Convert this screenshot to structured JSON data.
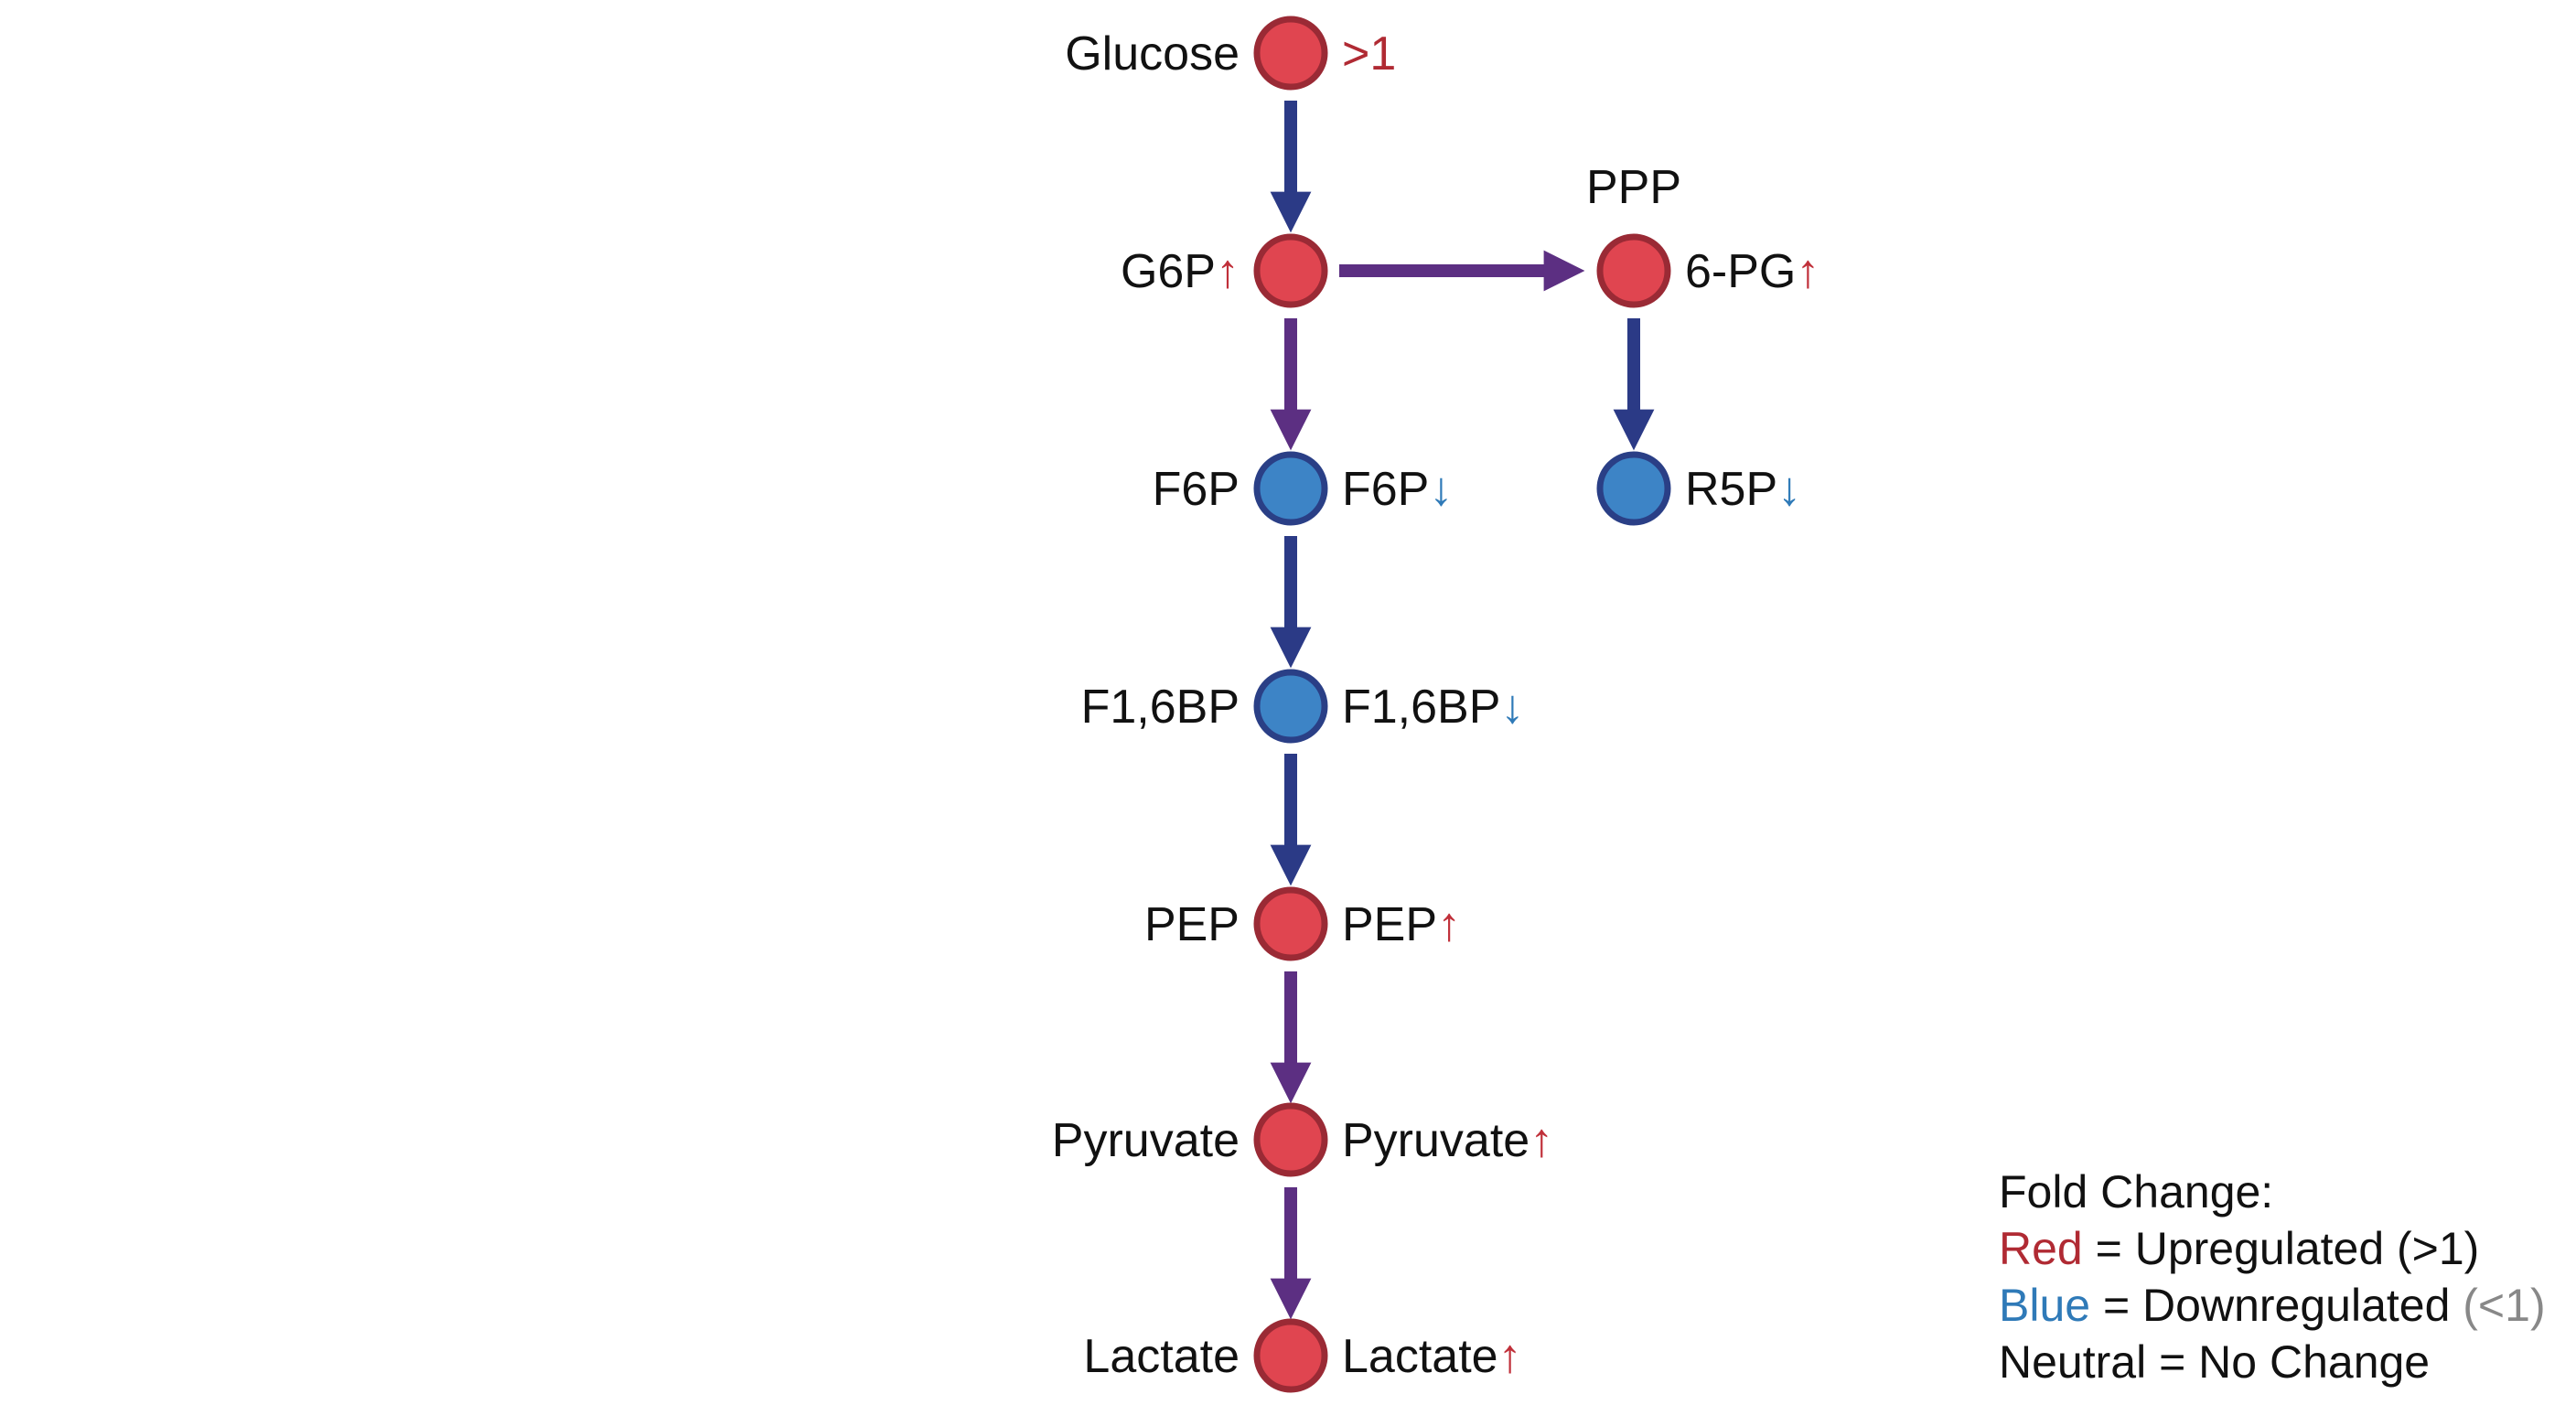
{
  "colors": {
    "up_node": "#e04550",
    "up_ring": "#9a2a35",
    "down_node": "#3d84c6",
    "down_ring": "#2a3f86",
    "arrow_blue": "#2b3a86",
    "arrow_purple": "#5c2f82",
    "legend_red": "#b02a33",
    "legend_blue": "#2f7ab8",
    "legend_gray": "#888888"
  },
  "pathway": {
    "glucose": {
      "left": "Glucose",
      "right": ">1",
      "status": "up"
    },
    "g6p": {
      "left": "G6P",
      "left_arrow": "↑",
      "status": "up"
    },
    "f6p": {
      "left": "F6P",
      "right": "F6P",
      "right_arrow": "↓",
      "status": "down"
    },
    "f16bp": {
      "left": "F1,6BP",
      "right": "F1,6BP",
      "right_arrow": "↓",
      "status": "down"
    },
    "pep": {
      "left": "PEP",
      "right": "PEP",
      "right_arrow": "↑",
      "status": "up"
    },
    "pyruvate": {
      "left": "Pyruvate",
      "right": "Pyruvate",
      "right_arrow": "↑",
      "status": "up"
    },
    "lactate": {
      "left": "Lactate",
      "right": "Lactate",
      "right_arrow": "↑",
      "status": "up"
    }
  },
  "ppp": {
    "title": "PPP",
    "pg6": {
      "right": "6-PG",
      "right_arrow": "↑",
      "status": "up"
    },
    "r5p": {
      "right": "R5P",
      "right_arrow": "↓",
      "status": "down"
    }
  },
  "legend": {
    "title": "Fold Change:",
    "up_word": "Red",
    "up_text": " = Upregulated (>1)",
    "down_word": "Blue",
    "down_text": " = Downregulated ",
    "down_paren": "(<1)",
    "neutral_text": "Neutral = No Change"
  }
}
